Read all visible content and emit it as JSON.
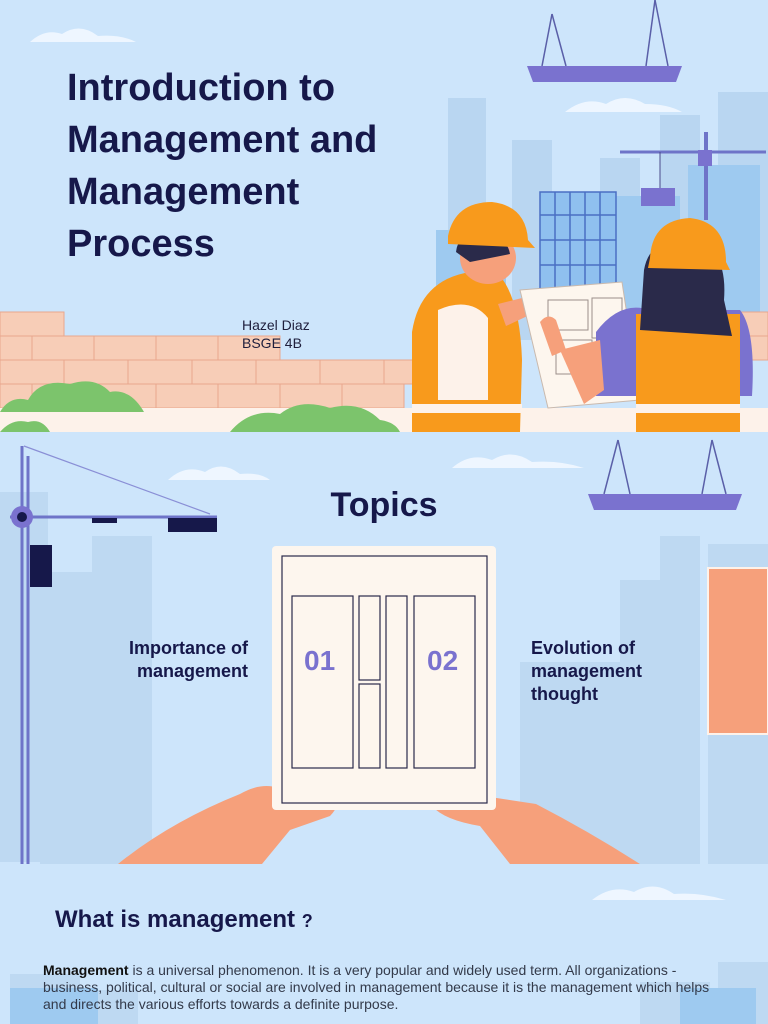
{
  "slide1": {
    "title": "Introduction to\nManagement and\nManagement\nProcess",
    "author_name": "Hazel Diaz",
    "author_section": "BSGE 4B"
  },
  "slide2": {
    "title": "Topics",
    "topic1": {
      "number": "01",
      "label": "Importance of\nmanagement"
    },
    "topic2": {
      "number": "02",
      "label": "Evolution of\nmanagement\nthought"
    }
  },
  "slide3": {
    "heading": "What is management",
    "heading_mark": "?",
    "paragraph_lead": "Management",
    "paragraph_rest": " is a universal phenomenon. It is a very popular and widely used term. All organizations - business, political, cultural or social are involved in management because it is the management which helps and directs the various efforts towards a definite purpose."
  },
  "colors": {
    "sky": "#cde5fb",
    "navy_text": "#16184a",
    "helmet_orange": "#f89a1c",
    "accent_purple": "#7a72cf",
    "brick": "#f7cdb7",
    "bush_green": "#7cc46c",
    "hand_salmon": "#f6a07b"
  }
}
